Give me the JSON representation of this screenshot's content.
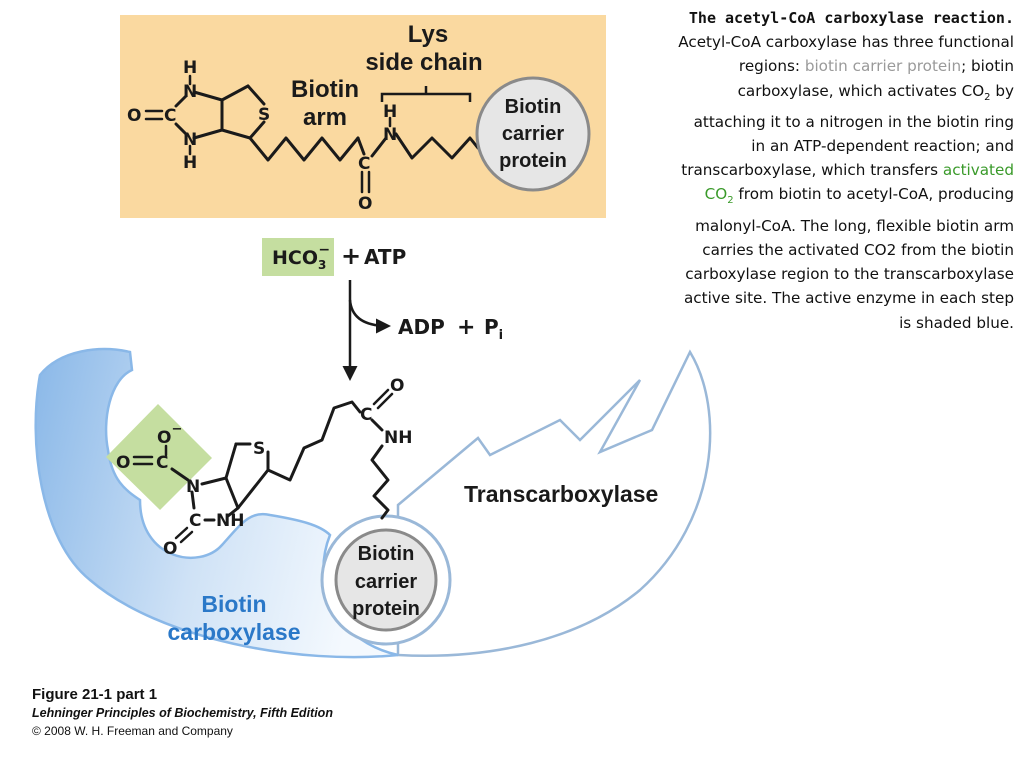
{
  "top_panel": {
    "lys_label_line1": "Lys",
    "lys_label_line2": "side chain",
    "biotin_arm_line1": "Biotin",
    "biotin_arm_line2": "arm",
    "carrier_line1": "Biotin",
    "carrier_line2": "carrier",
    "carrier_line3": "protein",
    "atoms": {
      "H_top": "H",
      "N_top": "N",
      "O_carbonyl": "O",
      "C_carbonyl": "C",
      "N_bottom": "N",
      "H_bottom": "H",
      "S": "S",
      "H_amide": "H",
      "N_amide": "N",
      "C_amide": "C",
      "O_amide": "O"
    },
    "background_color": "#fad9a0"
  },
  "reaction": {
    "hco3": "HCO",
    "hco3_sub": "3",
    "hco3_sup": "−",
    "plus1": "+",
    "atp": "ATP",
    "adp": "ADP",
    "plus2": "+",
    "pi": "P",
    "pi_sub": "i",
    "hco3_box_color": "#c5dea0"
  },
  "bottom_panel": {
    "transcarboxylase_label": "Transcarboxylase",
    "carboxylase_line1": "Biotin",
    "carboxylase_line2": "carboxylase",
    "carrier_line1": "Biotin",
    "carrier_line2": "carrier",
    "carrier_line3": "protein",
    "atoms": {
      "O_minus": "O",
      "minus": "−",
      "O_double": "O",
      "C_carboxyl": "C",
      "N_ring": "N",
      "C_urea": "C",
      "NH_ring": "NH",
      "O_urea": "O",
      "S": "S",
      "C_amide": "C",
      "O_amide": "O",
      "NH_amide": "NH"
    },
    "enzyme_blue": "#8ab8e8",
    "label_blue": "#2a78c8",
    "carboxyl_box_color": "#c5dea0"
  },
  "caption": {
    "title": "The acetyl-CoA carboxylase reaction.",
    "part1": " Acetyl-CoA carboxylase has three functional regions: ",
    "hl1": "biotin carrier protein",
    "part2": "; biotin carboxylase, which activates CO",
    "sub1": "2",
    "part3": " by attaching it to a nitrogen in the biotin ring in an ATP-dependent reaction; and transcarboxylase, which transfers ",
    "hl2": "activated CO",
    "hl2_sub": "2",
    "part4": " from biotin to acetyl-CoA, producing malonyl-CoA. The long, flexible biotin arm carries the activated CO2 from the biotin carboxylase region to the transcarboxylase active site. The active enzyme in each step is shaded blue."
  },
  "credit": {
    "figure": "Figure 21-1 part 1",
    "book": "Lehninger Principles of Biochemistry, Fifth Edition",
    "copyright": "© 2008 W. H. Freeman and Company"
  }
}
